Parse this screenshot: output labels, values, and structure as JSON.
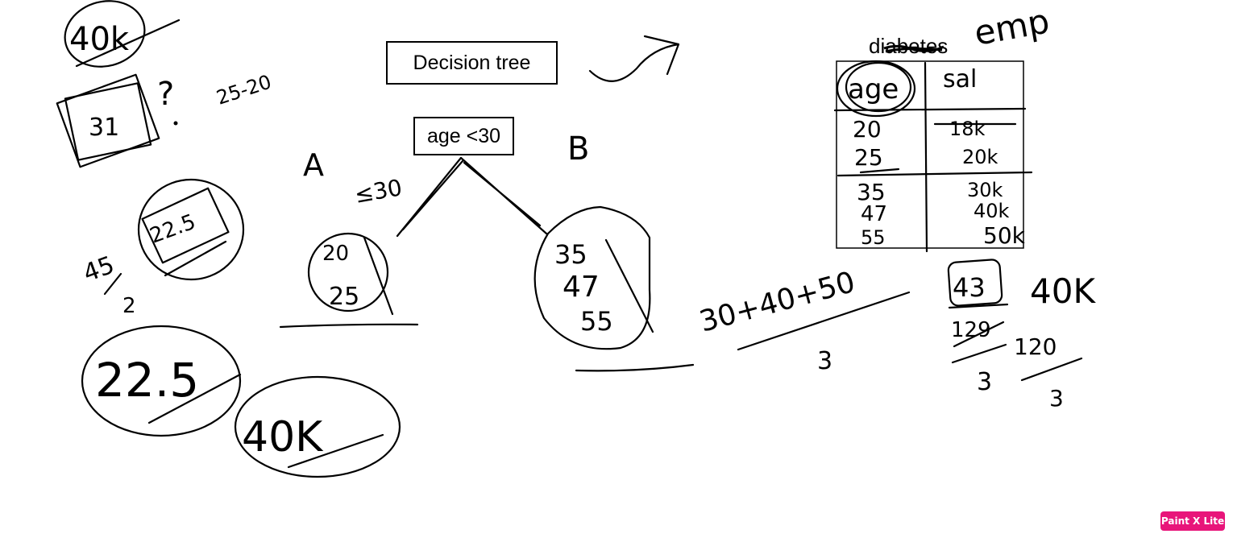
{
  "diagram": {
    "title": "Decision tree",
    "root_condition": "age <30",
    "left_branch_label": "A",
    "right_branch_label": "B",
    "left_edge_label": "≤30",
    "left_leaf_values": [
      "20",
      "25"
    ],
    "right_leaf_values": [
      "35",
      "47",
      "55"
    ]
  },
  "table": {
    "caption": "diabetes",
    "side_note": "emp",
    "headers": [
      "age",
      "sal"
    ],
    "rows": [
      [
        "20",
        "18k"
      ],
      [
        "25",
        "20k"
      ],
      [
        "35",
        "30k"
      ],
      [
        "47",
        "40k"
      ],
      [
        "55",
        "50k"
      ]
    ]
  },
  "notes": {
    "top_left_circled": "40k",
    "boxed_value": "31",
    "question_mark": "?",
    "range_text": "25-20",
    "circled_avg": "22.5",
    "fraction_numerator": "45",
    "fraction_denominator": "2",
    "big_circled_avg": "22.5",
    "big_circled_sal": "40K",
    "sum_expression": "30+40+50",
    "sum_denominator": "3",
    "boxed_age_avg": "43",
    "age_sum": "129",
    "age_sum_denominator": "3",
    "sal_avg": "40K",
    "sal_sum": "120",
    "sal_sum_denominator": "3"
  },
  "badge": {
    "label": "Paint X Lite",
    "color": "#e8157a"
  }
}
